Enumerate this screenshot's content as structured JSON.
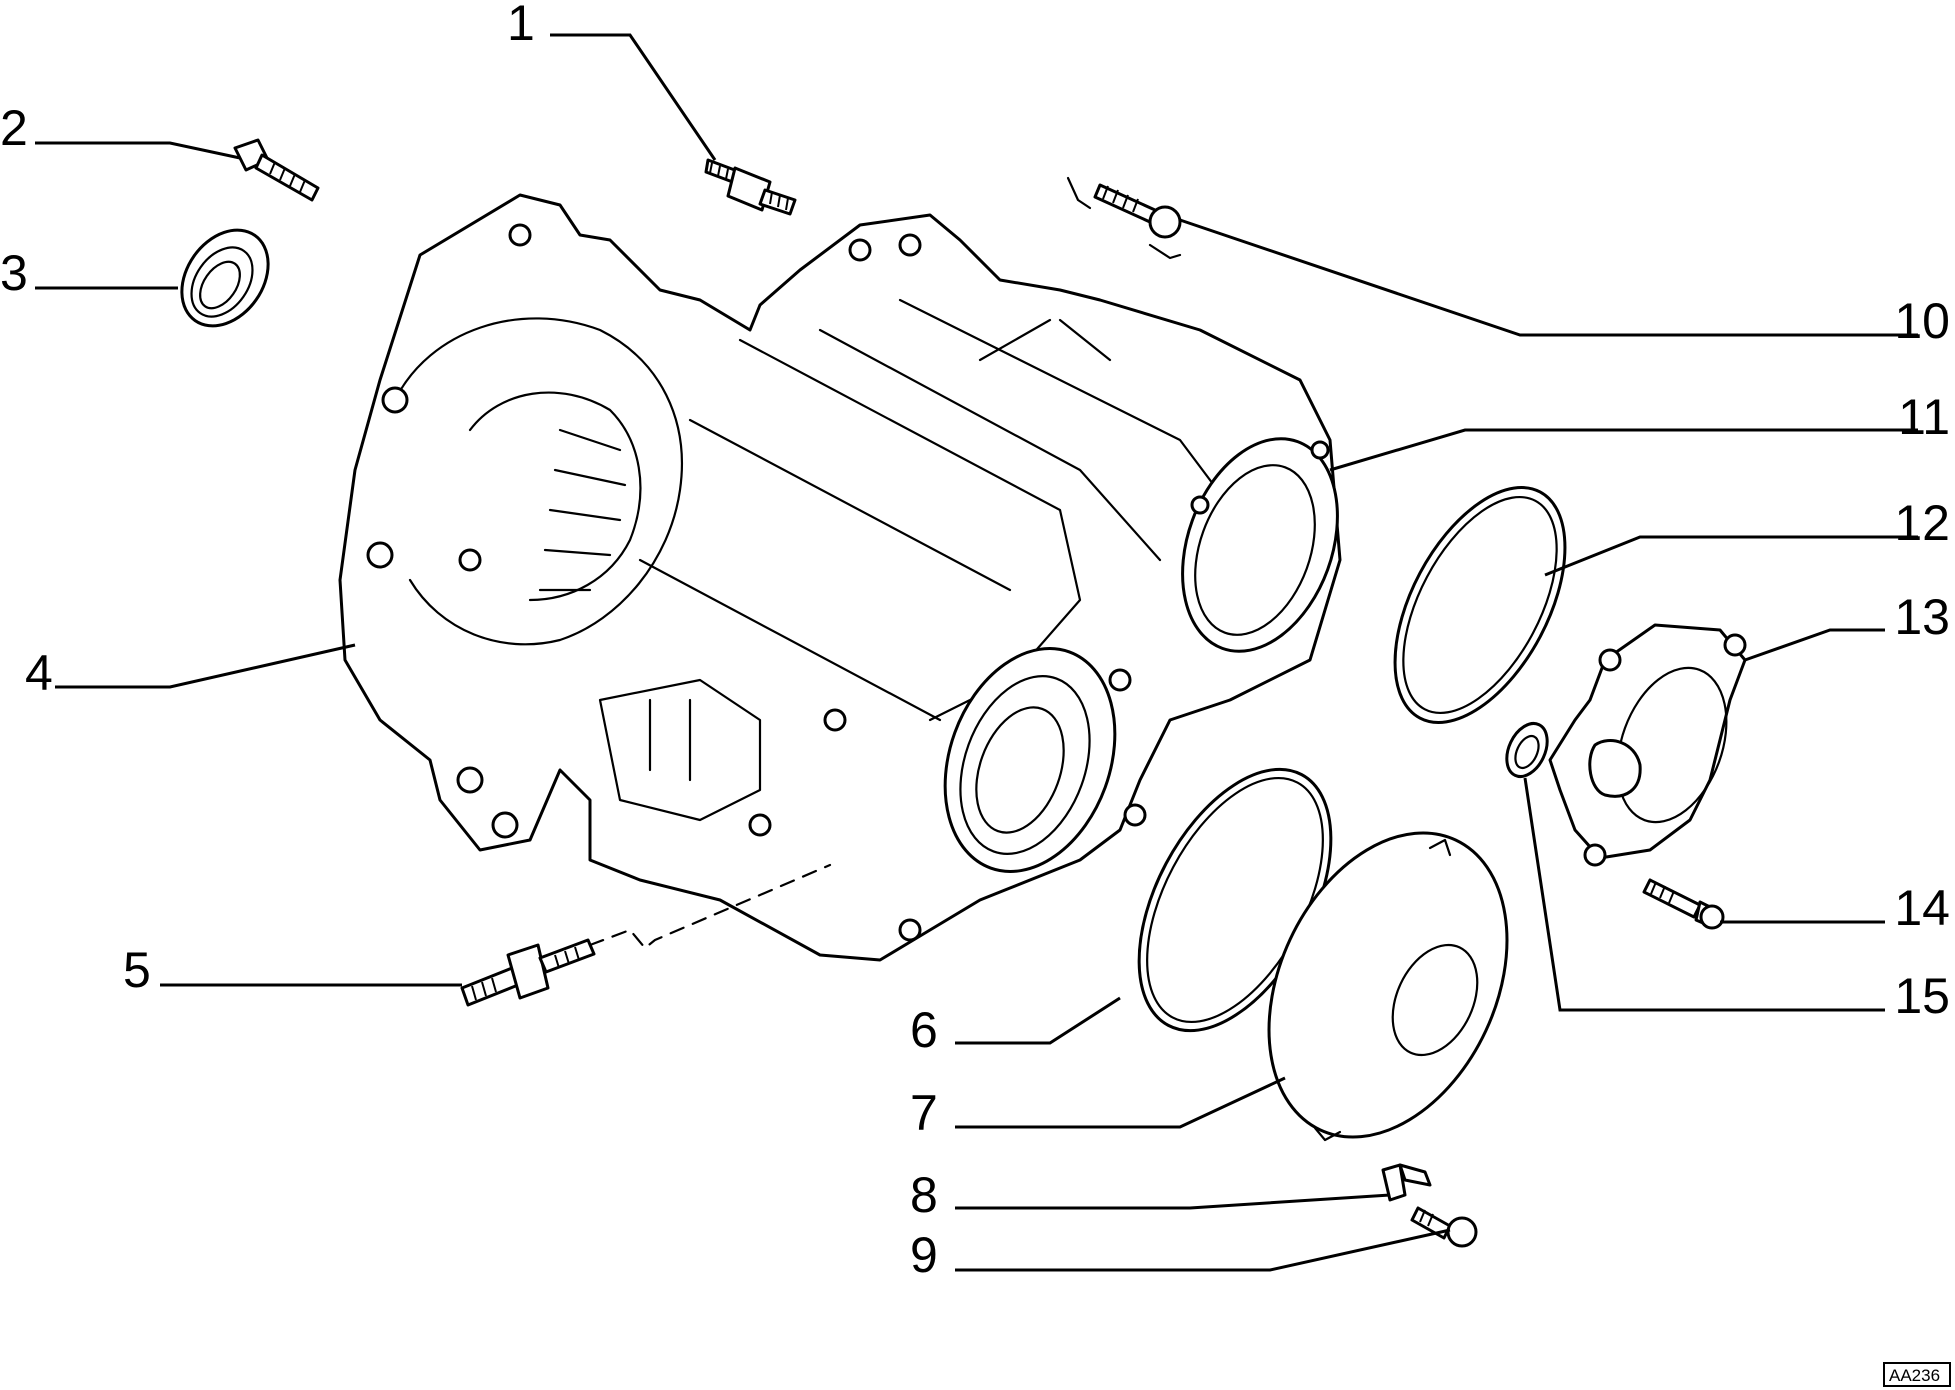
{
  "diagram": {
    "reference_code": "AA236",
    "callouts": [
      {
        "id": "c1",
        "label": "1"
      },
      {
        "id": "c2",
        "label": "2"
      },
      {
        "id": "c3",
        "label": "3"
      },
      {
        "id": "c4",
        "label": "4"
      },
      {
        "id": "c5",
        "label": "5"
      },
      {
        "id": "c6",
        "label": "6"
      },
      {
        "id": "c7",
        "label": "7"
      },
      {
        "id": "c8",
        "label": "8"
      },
      {
        "id": "c9",
        "label": "9"
      },
      {
        "id": "c10",
        "label": "10"
      },
      {
        "id": "c11",
        "label": "11"
      },
      {
        "id": "c12",
        "label": "12"
      },
      {
        "id": "c13",
        "label": "13"
      },
      {
        "id": "c14",
        "label": "14"
      },
      {
        "id": "c15",
        "label": "15"
      }
    ]
  }
}
